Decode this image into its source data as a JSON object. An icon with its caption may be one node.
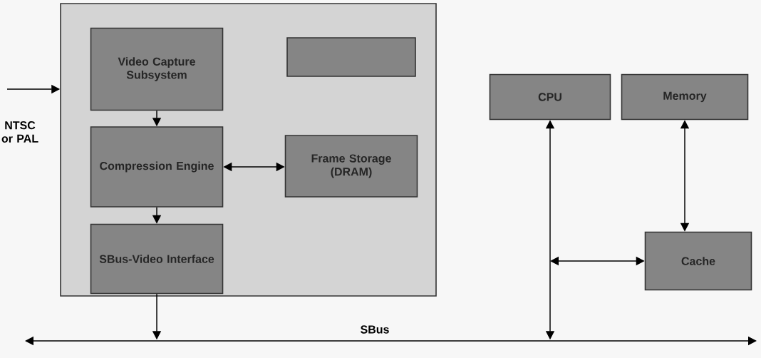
{
  "diagram": {
    "nodes": [
      {
        "text": [],
        "shape": "box"
      },
      {
        "text": [
          "Video Capture Subsystem"
        ],
        "in": 0
      },
      {
        "text": [],
        "shape": "box",
        "in": 0
      },
      {
        "text": [
          "Compression Engine"
        ],
        "in": 0
      },
      {
        "text": [
          "Frame Storage (DRAM)"
        ],
        "in": 0
      },
      {
        "text": [
          "SBus-Video Interface"
        ],
        "in": 0
      },
      {
        "text": [
          "CPU"
        ]
      },
      {
        "text": [
          "Memory"
        ]
      },
      {
        "text": [
          "Cache"
        ]
      },
      {
        "text": [
          "SBus"
        ]
      }
    ],
    "edges": [
      {
        "from": null,
        "to": 0,
        "arrow": "to"
      },
      {
        "from": 1,
        "to": 3,
        "arrow": "to"
      },
      {
        "from": 3,
        "to": 5,
        "arrow": "to"
      },
      {
        "from": 3,
        "to": 4,
        "arrow": "both"
      },
      {
        "from": 5,
        "to": 9,
        "arrow": "to"
      },
      {
        "from": 6,
        "to": 9,
        "arrow": "both"
      },
      {
        "from": 7,
        "to": 8,
        "arrow": "both"
      },
      {
        "from": null,
        "to": 8,
        "arrow": "both"
      }
    ],
    "labels": [
      "NTSC or PAL"
    ]
  }
}
